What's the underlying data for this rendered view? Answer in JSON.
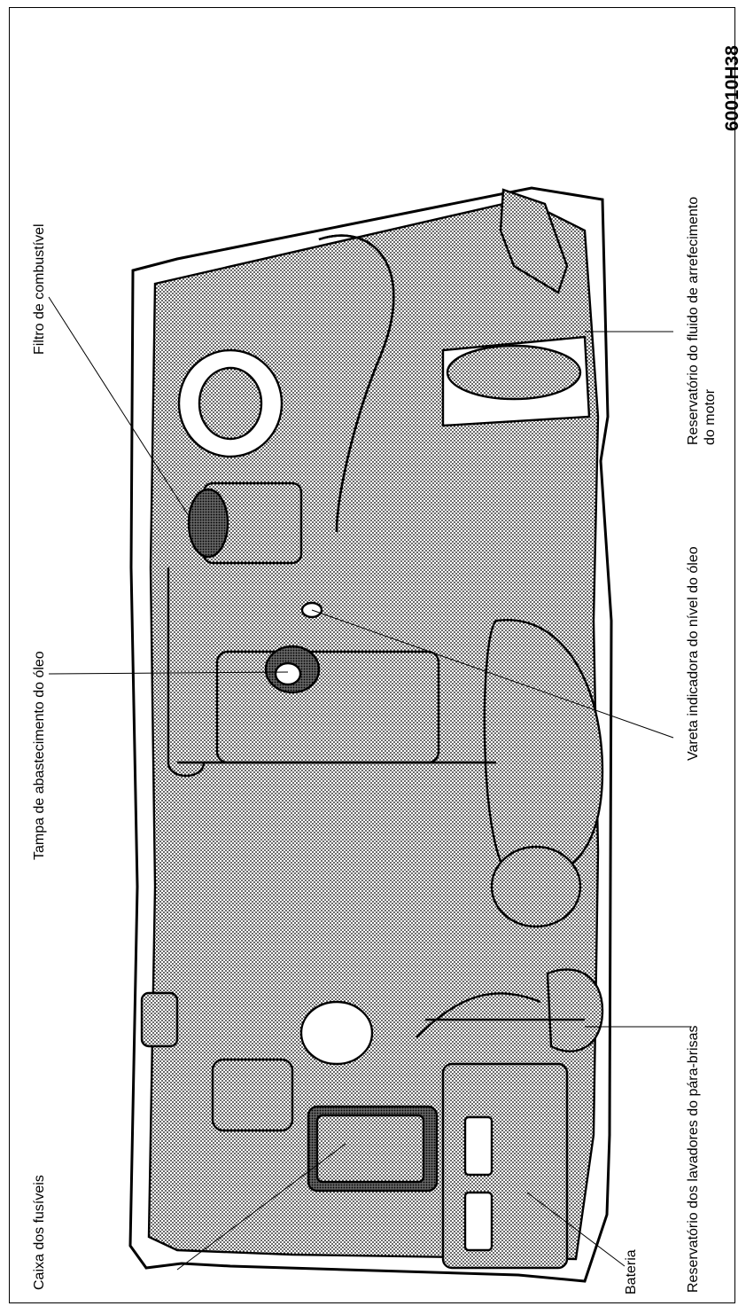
{
  "figure_code": "60010H38",
  "labels": {
    "fuel_filter": "Filtro de combustível",
    "oil_filler_cap": "Tampa de abastecimento do óleo",
    "fuse_box": "Caixa dos fusíveis",
    "coolant_reservoir_line1": "Reservatório do fluido de arrefecimento",
    "coolant_reservoir_line2": "do motor",
    "oil_dipstick": "Vareta indicadora do nível do óleo",
    "washer_reservoir": "Reservatório dos lavadores do pára-brisas",
    "battery": "Bateria"
  }
}
